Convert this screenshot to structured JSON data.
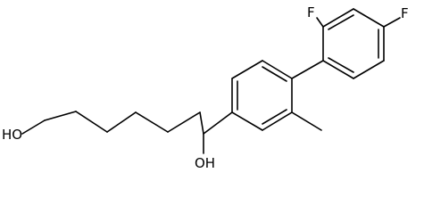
{
  "molecule": {
    "atoms": {
      "f_ortho": "F",
      "f_para": "F",
      "oh_chain": "HO",
      "oh_benzylic": "OH"
    },
    "colors": {
      "bond": "#000000",
      "label": "#000000",
      "background": "#ffffff"
    }
  }
}
